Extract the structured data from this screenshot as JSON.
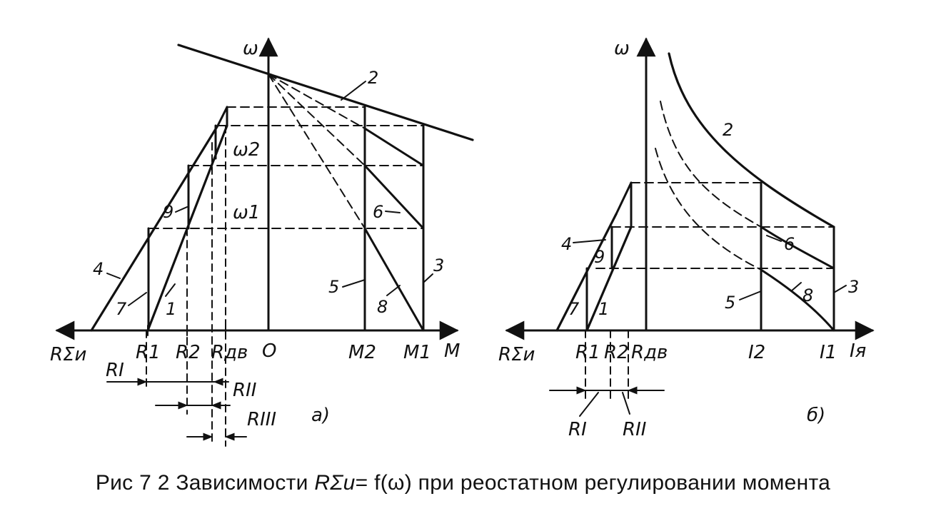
{
  "axes": {
    "omega": "ω",
    "M": "M",
    "O": "O",
    "Ia": "Iя",
    "R_sum_a": "RΣи",
    "R_sum_b": "RΣи"
  },
  "ticks_a": {
    "R1": "R1",
    "R2": "R2",
    "Rdv": "Rдв",
    "M2": "M2",
    "M1": "M1"
  },
  "ticks_b": {
    "R1": "R1",
    "R2": "R2",
    "Rdv": "Rдв",
    "I2": "I2",
    "I1": "I1"
  },
  "speed_labels": {
    "w2": "ω2",
    "w1": "ω1"
  },
  "resist_a": {
    "RI": "RI",
    "RII": "RII",
    "RIII": "RIII"
  },
  "resist_b": {
    "RI": "RI",
    "RII": "RII"
  },
  "curve_numbers_a": {
    "n1": "1",
    "n2": "2",
    "n3": "3",
    "n4": "4",
    "n5": "5",
    "n6": "6",
    "n7": "7",
    "n8": "8",
    "n9": "9"
  },
  "curve_numbers_b": {
    "n1": "1",
    "n2": "2",
    "n3": "3",
    "n4": "4",
    "n5": "5",
    "n6": "6",
    "n7": "7",
    "n8": "8",
    "n9": "9"
  },
  "panels": {
    "a": "а)",
    "b": "б)"
  },
  "caption": {
    "prefix": "Рис 7 2  Зависимости ",
    "formula_lhs": "RΣи",
    "formula_mid": "= f(ω)",
    "suffix": " при реостатном регулировании момента"
  }
}
